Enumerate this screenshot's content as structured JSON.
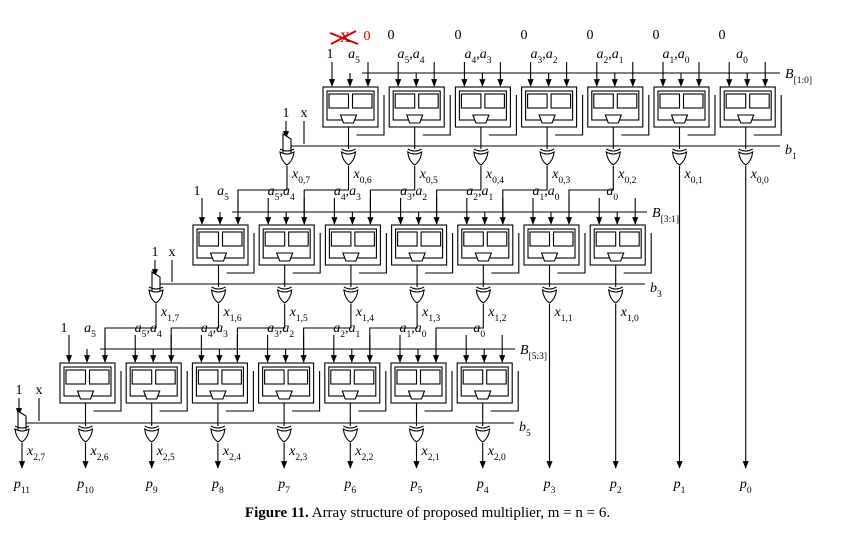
{
  "caption": {
    "label": "Figure 11.",
    "text": "Array structure of proposed multiplier, m = n = 6."
  },
  "row0": {
    "top_inputs": [
      "1",
      "a5",
      "0",
      "a5,a4",
      "0",
      "a4,a3",
      "0",
      "a3,a2",
      "0",
      "a2,a1",
      "0",
      "a1,a0",
      "0",
      "a0"
    ],
    "crossed": "x",
    "correction": "0",
    "bus": "B[1:0]",
    "ctrl": "b1",
    "mux_inputs": [
      "1",
      "x"
    ],
    "outputs": [
      "x0,7",
      "x0,6",
      "x0,5",
      "x0,4",
      "x0,3",
      "x0,2",
      "x0,1",
      "x0,0"
    ]
  },
  "row1": {
    "top_inputs": [
      "1",
      "a5",
      "a5,a4",
      "a4,a3",
      "a3,a2",
      "a2,a1",
      "a1,a0",
      "a0"
    ],
    "bus": "B[3:1]",
    "ctrl": "b3",
    "mux_inputs": [
      "1",
      "x"
    ],
    "outputs": [
      "x1,7",
      "x1,6",
      "x1,5",
      "x1,4",
      "x1,3",
      "x1,2",
      "x1,1",
      "x1,0"
    ]
  },
  "row2": {
    "top_inputs": [
      "1",
      "a5",
      "a5,a4",
      "a4,a3",
      "a3,a2",
      "a2,a1",
      "a1,a0",
      "a0"
    ],
    "bus": "B[5:3]",
    "ctrl": "b5",
    "mux_inputs": [
      "1",
      "x"
    ],
    "outputs": [
      "x2,7",
      "x2,6",
      "x2,5",
      "x2,4",
      "x2,3",
      "x2,2",
      "x2,1",
      "x2,0"
    ]
  },
  "products": [
    "p11",
    "p10",
    "p9",
    "p8",
    "p7",
    "p6",
    "p5",
    "p4",
    "p3",
    "p2",
    "p1",
    "p0"
  ]
}
